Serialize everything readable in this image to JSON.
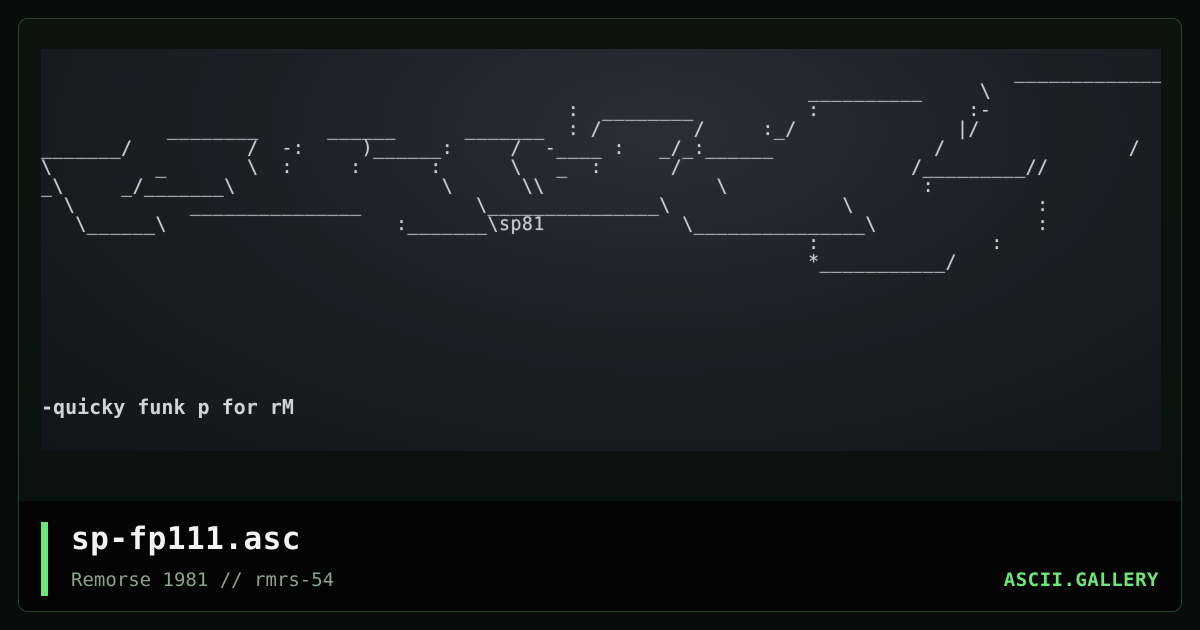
{
  "art": {
    "ascii_lines": [
      "                                                                                     ____________________",
      "                                                                   __________     \\                  /",
      "                                              :  ________          :             :-                 /",
      "           ________      ______      _______  : /        /     :_/              |/                /",
      "_______/          /  -:     )______:     /  -____ :   _/_:______              /                /",
      "\\         _       \\  :     :      :      \\   _  :      /                    /_________//",
      "_\\     _/_______\\                  \\      \\\\               \\                 :",
      "  \\          _______________          \\_______________\\               \\                :",
      "   \\______\\                    :_______\\sp81            \\_______________\\              :",
      "                                                                   :               :",
      "                                                                   *___________/"
    ],
    "tagline": "-quicky funk p for rM"
  },
  "footer": {
    "title": "sp-fp111.asc",
    "subtitle": "Remorse 1981 // rmrs-54",
    "site": "ASCII.GALLERY"
  },
  "colors": {
    "accent": "#6ee67a",
    "background": "#070d0b",
    "art_text": "#c9ccd1"
  }
}
